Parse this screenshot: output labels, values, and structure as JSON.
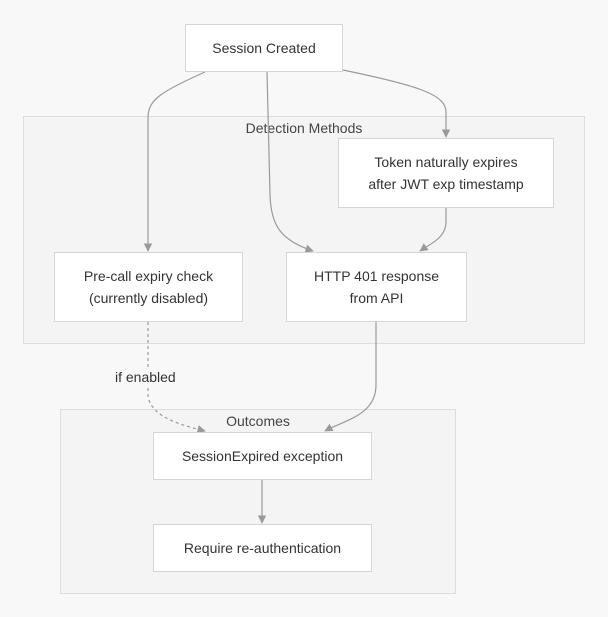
{
  "clusters": {
    "detection": {
      "label": "Detection Methods"
    },
    "outcomes": {
      "label": "Outcomes"
    }
  },
  "nodes": {
    "session_created": "Session Created",
    "token_expires": "Token naturally expires\nafter JWT exp timestamp",
    "precall_check": "Pre-call expiry check\n(currently disabled)",
    "http_401": "HTTP 401 response\nfrom API",
    "session_expired": "SessionExpired exception",
    "reauth": "Require re-authentication"
  },
  "edge_labels": {
    "if_enabled": "if enabled"
  },
  "colors": {
    "edge": "#9a9a9a",
    "cluster_fill": "#f4f4f4",
    "node_fill": "#ffffff"
  }
}
